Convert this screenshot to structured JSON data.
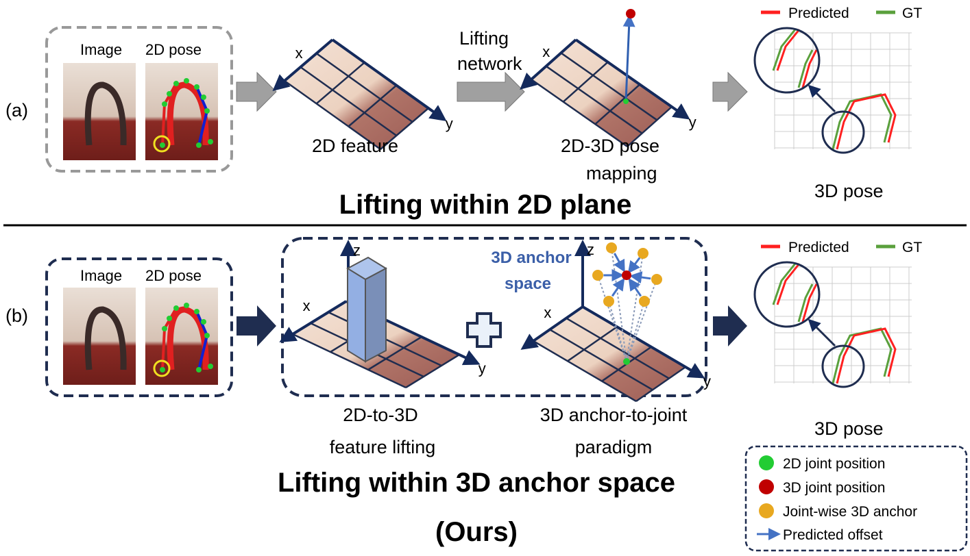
{
  "panel_a": {
    "tag": "(a)",
    "image_label": "Image",
    "pose_label": "2D pose",
    "feature_label": "2D feature",
    "network_label_1": "Lifting",
    "network_label_2": "network",
    "mapping_label_1": "2D-3D pose",
    "mapping_label_2": "mapping",
    "pose3d_label": "3D pose",
    "legend_pred": "Predicted",
    "legend_gt": "GT",
    "title": "Lifting within 2D plane"
  },
  "panel_b": {
    "tag": "(b)",
    "image_label": "Image",
    "pose_label": "2D pose",
    "anchor_space_1": "3D anchor",
    "anchor_space_2": "space",
    "lifting_label_1": "2D-to-3D",
    "lifting_label_2": "feature lifting",
    "paradigm_label_1": "3D anchor-to-joint",
    "paradigm_label_2": "paradigm",
    "pose3d_label": "3D pose",
    "legend_pred": "Predicted",
    "legend_gt": "GT",
    "title_1": "Lifting within 3D anchor space",
    "title_2": "(Ours)"
  },
  "axes": {
    "x": "x",
    "y": "y",
    "z": "z"
  },
  "legend": {
    "items": [
      {
        "label": "2D joint position",
        "color": "#22cc33"
      },
      {
        "label": "3D joint position",
        "color": "#c00000"
      },
      {
        "label": "Joint-wise 3D anchor",
        "color": "#e8a820"
      },
      {
        "label": "Predicted offset",
        "color": "#4472c4"
      }
    ]
  },
  "colors": {
    "navy": "#1f2d50",
    "gray": "#999999",
    "pred": "#ff2020",
    "gt": "#5aa03c"
  }
}
